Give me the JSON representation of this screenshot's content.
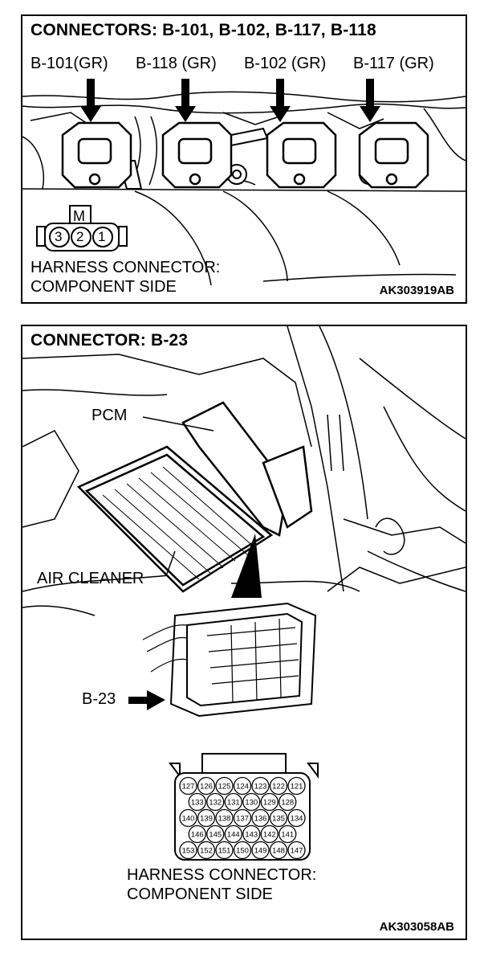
{
  "top": {
    "title": "CONNECTORS: B-101, B-102, B-117, B-118",
    "connector_labels": [
      "B-101(GR)",
      "B-118 (GR)",
      "B-102 (GR)",
      "B-117 (GR)"
    ],
    "key_label": "M",
    "pins": [
      "3",
      "2",
      "1"
    ],
    "harness_line1": "HARNESS CONNECTOR:",
    "harness_line2": "COMPONENT SIDE",
    "code": "AK303919AB"
  },
  "bottom": {
    "title": "CONNECTOR: B-23",
    "pcm_label": "PCM",
    "air_cleaner_label": "AIR CLEANER",
    "b23_label": "B-23",
    "pin_rows": [
      [
        "127",
        "126",
        "125",
        "124",
        "123",
        "122",
        "121"
      ],
      [
        "133",
        "132",
        "131",
        "130",
        "129",
        "128"
      ],
      [
        "140",
        "139",
        "138",
        "137",
        "136",
        "135",
        "134"
      ],
      [
        "146",
        "145",
        "144",
        "143",
        "142",
        "141"
      ],
      [
        "153",
        "152",
        "151",
        "150",
        "149",
        "148",
        "147"
      ]
    ],
    "harness_line1": "HARNESS CONNECTOR:",
    "harness_line2": "COMPONENT SIDE",
    "code": "AK303058AB"
  }
}
